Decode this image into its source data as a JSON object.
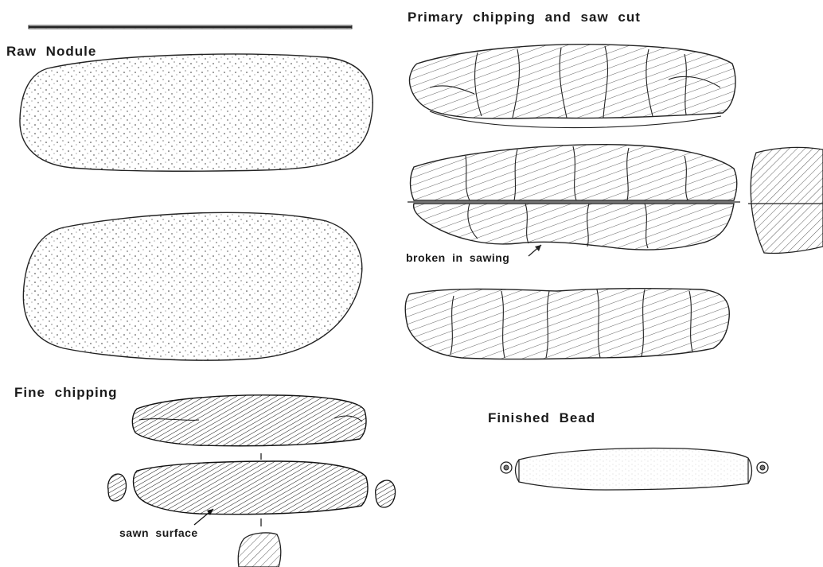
{
  "labels": {
    "raw_nodule": "Raw Nodule",
    "primary_chipping": "Primary chipping and saw cut",
    "broken_in_sawing": "broken in sawing",
    "fine_chipping": "Fine chipping",
    "sawn_surface": "sawn surface",
    "finished_bead": "Finished Bead"
  },
  "colors": {
    "ink": "#1a1a1a",
    "paper": "#ffffff"
  }
}
